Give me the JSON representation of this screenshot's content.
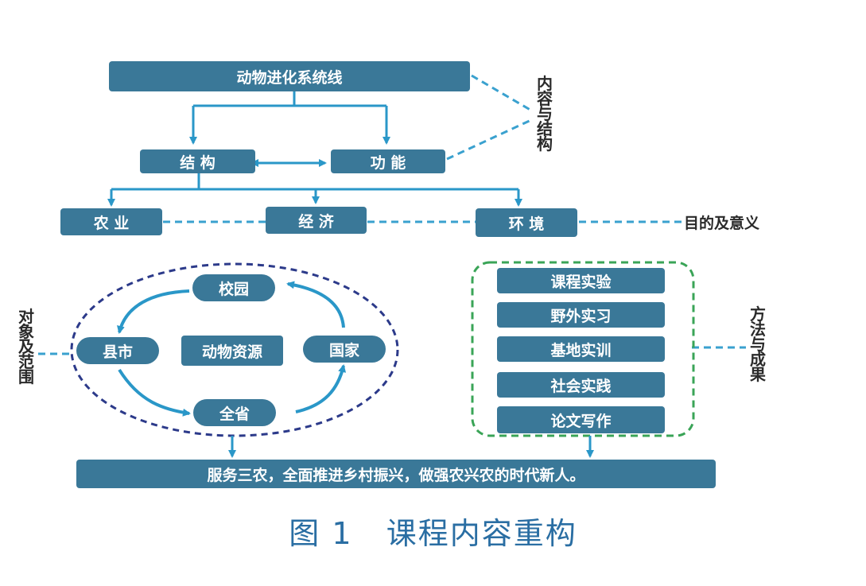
{
  "colors": {
    "box": "#3a7898",
    "arrow": "#2a97c8",
    "dash_link": "#3aa1cf",
    "ellipse": "#2c3a8a",
    "method_border": "#3aa457",
    "text_dark": "#2a2a2a",
    "caption": "#2a6ea3"
  },
  "top": {
    "title": "动物进化系统线",
    "structure": "结 构",
    "function": "功 能",
    "agriculture": "农 业",
    "economy": "经 济",
    "environment": "环 境"
  },
  "side_labels": {
    "content_structure": "内容与结构",
    "purpose_meaning": "目的及意义",
    "object_scope": "对象及范围",
    "method_result": "方法与成果"
  },
  "cycle": {
    "campus": "校园",
    "county": "县市",
    "center": "动物资源",
    "country": "国家",
    "province": "全省"
  },
  "methods": [
    "课程实验",
    "野外实习",
    "基地实训",
    "社会实践",
    "论文写作"
  ],
  "bottom": "服务三农，全面推进乡村振兴，做强农兴农的时代新人。",
  "caption": "图 1   课程内容重构"
}
